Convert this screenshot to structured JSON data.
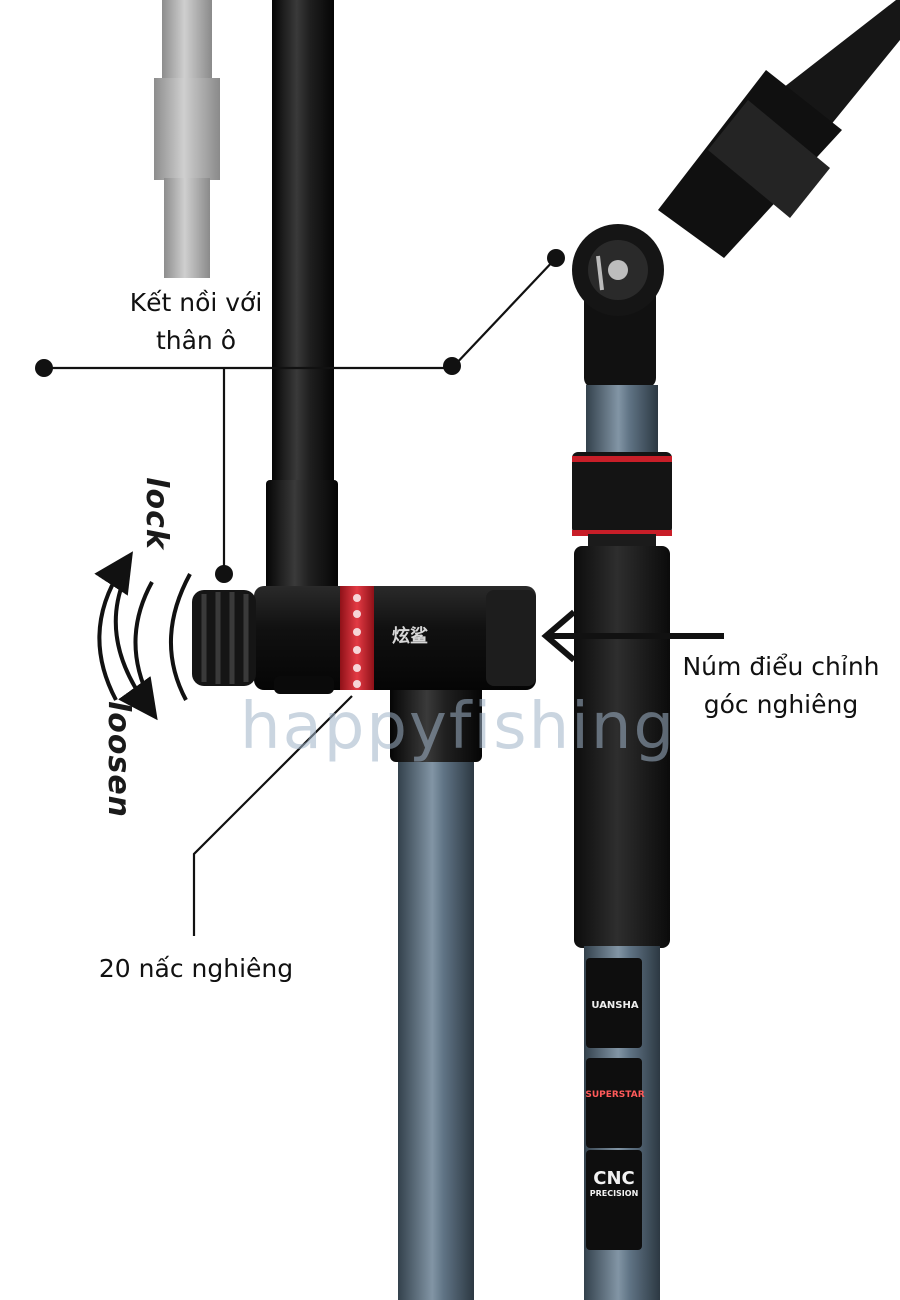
{
  "annotations": {
    "connect_label_line1": "Kết nồi với",
    "connect_label_line2": "thân ô",
    "knob_label_line1": "Núm điểu chỉnh",
    "knob_label_line2": "góc nghiêng",
    "notch_label": "20 nấc nghiêng",
    "lock_text": "lock",
    "loosen_text": "loosen"
  },
  "watermark": "happyfishing",
  "brand_marks": {
    "clamp_logo": "炫鲨",
    "sticker_1": "UANSHA",
    "sticker_2": "SUPERSTAR",
    "sticker_3_main": "CNC",
    "sticker_3_sub": "PRECISION"
  },
  "colors": {
    "pole_black": "#141414",
    "pole_blue_grey": "#5e7282",
    "accent_red": "#d01f2a",
    "foam_grip": "#1c1c1c"
  }
}
